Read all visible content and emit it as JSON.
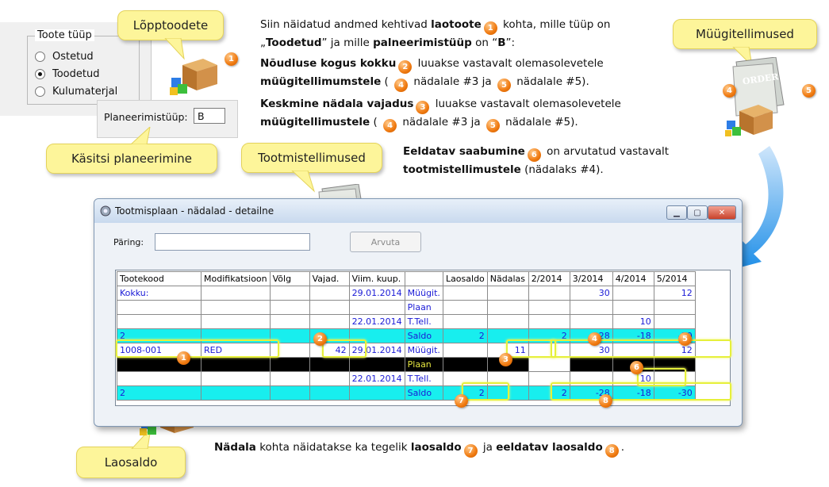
{
  "toote_tyyp": {
    "legend": "Toote tüüp",
    "options": [
      {
        "label": "Ostetud",
        "selected": false
      },
      {
        "label": "Toodetud",
        "selected": true
      },
      {
        "label": "Kulumaterjal",
        "selected": false
      }
    ]
  },
  "planeerimistyyp": {
    "label": "Planeerimistüüp:",
    "value": "B"
  },
  "callouts": {
    "lopptoodete": "Lõpptoodete",
    "kasitsi": "Käsitsi planeerimine",
    "tootmistellimused": "Tootmistellimused",
    "myygitellimused": "Müügitellimused",
    "laosaldo": "Laosaldo"
  },
  "description": {
    "p1_a": "Siin näidatud andmed kehtivad ",
    "p1_b": "laotoote",
    "p1_c": " kohta, mille tüüp on",
    "p1_d": "„",
    "p1_e": "Toodetud",
    "p1_f": "” ja mille ",
    "p1_g": "palneerimistüüp",
    "p1_h": " on “",
    "p1_i": "B",
    "p1_j": "”:",
    "p2_a": "Nõudluse kogus kokku",
    "p2_b": " luuakse vastavalt olemasolevetele",
    "p2_c": "müügitellimumstele",
    "p2_d": " ( ",
    "p2_e": " nädalale #3 ja ",
    "p2_f": " nädalale #5).",
    "p3_a": "Keskmine nädala vajadus",
    "p3_b": " luuakse vastavalt olemasolevetele",
    "p3_c": "müügitellimustele",
    "p3_d": " ( ",
    "p3_e": " nädalale #3 ja ",
    "p3_f": " nädalale #5).",
    "p4_a": "Eeldatav saabumine",
    "p4_b": " on arvutatud vastavalt",
    "p4_c": "tootmistellimustele",
    "p4_d": " (nädalaks #4).",
    "p5_a": "Nädala",
    "p5_b": " kohta näidatakse ka tegelik ",
    "p5_c": "laosaldo",
    "p5_d": " ja ",
    "p5_e": "eeldatav laosaldo",
    "p5_f": "."
  },
  "badges": [
    "1",
    "2",
    "3",
    "4",
    "5",
    "6",
    "7",
    "8"
  ],
  "window": {
    "title": "Tootmisplaan - nädalad - detailne",
    "paring_label": "Päring:",
    "paring_value": "",
    "arvuta_label": "Arvuta",
    "btn_min": "▁",
    "btn_max": "▢",
    "btn_close": "✕"
  },
  "table": {
    "headers": [
      "Tootekood",
      "Modifikatsioon",
      "Võlg",
      "Vajad.",
      "Viim. kuup.",
      "",
      "Laosaldo",
      "Nädalas",
      "2/2014",
      "3/2014",
      "4/2014",
      "5/2014"
    ],
    "rows": [
      {
        "style": "white",
        "cells": [
          "Kokku:",
          "",
          "",
          "",
          "29.01.2014",
          "Müügit.",
          "",
          "",
          "",
          "30",
          "",
          "12"
        ]
      },
      {
        "style": "white",
        "cells": [
          "",
          "",
          "",
          "",
          "",
          "Plaan",
          "",
          "",
          "",
          "",
          "",
          ""
        ]
      },
      {
        "style": "white",
        "cells": [
          "",
          "",
          "",
          "",
          "22.01.2014",
          "T.Tell.",
          "",
          "",
          "",
          "",
          "10",
          ""
        ]
      },
      {
        "style": "cyan",
        "cells": [
          "2",
          "",
          "",
          "",
          "",
          "Saldo",
          "2",
          "",
          "2",
          "-28",
          "-18",
          "-30"
        ]
      },
      {
        "style": "white",
        "cells": [
          "1008-001",
          "RED",
          "",
          "42",
          "29.01.2014",
          "Müügit.",
          "",
          "11",
          "",
          "30",
          "",
          "12"
        ]
      },
      {
        "style": "black",
        "cells": [
          "",
          "",
          "",
          "",
          "",
          "Plaan",
          "",
          "",
          "",
          "",
          "",
          ""
        ]
      },
      {
        "style": "white",
        "cells": [
          "",
          "",
          "",
          "",
          "22.01.2014",
          "T.Tell.",
          "",
          "",
          "",
          "",
          "10",
          ""
        ]
      },
      {
        "style": "cyan",
        "cells": [
          "2",
          "",
          "",
          "",
          "",
          "Saldo",
          "2",
          "",
          "2",
          "-28",
          "-18",
          "-30"
        ]
      }
    ]
  },
  "colors": {
    "badge": "#f07a10",
    "callout": "#fdf59a",
    "cyan": "#18eeee",
    "highlight": "#e6f03a",
    "blue_text": "#1a1ad6"
  }
}
